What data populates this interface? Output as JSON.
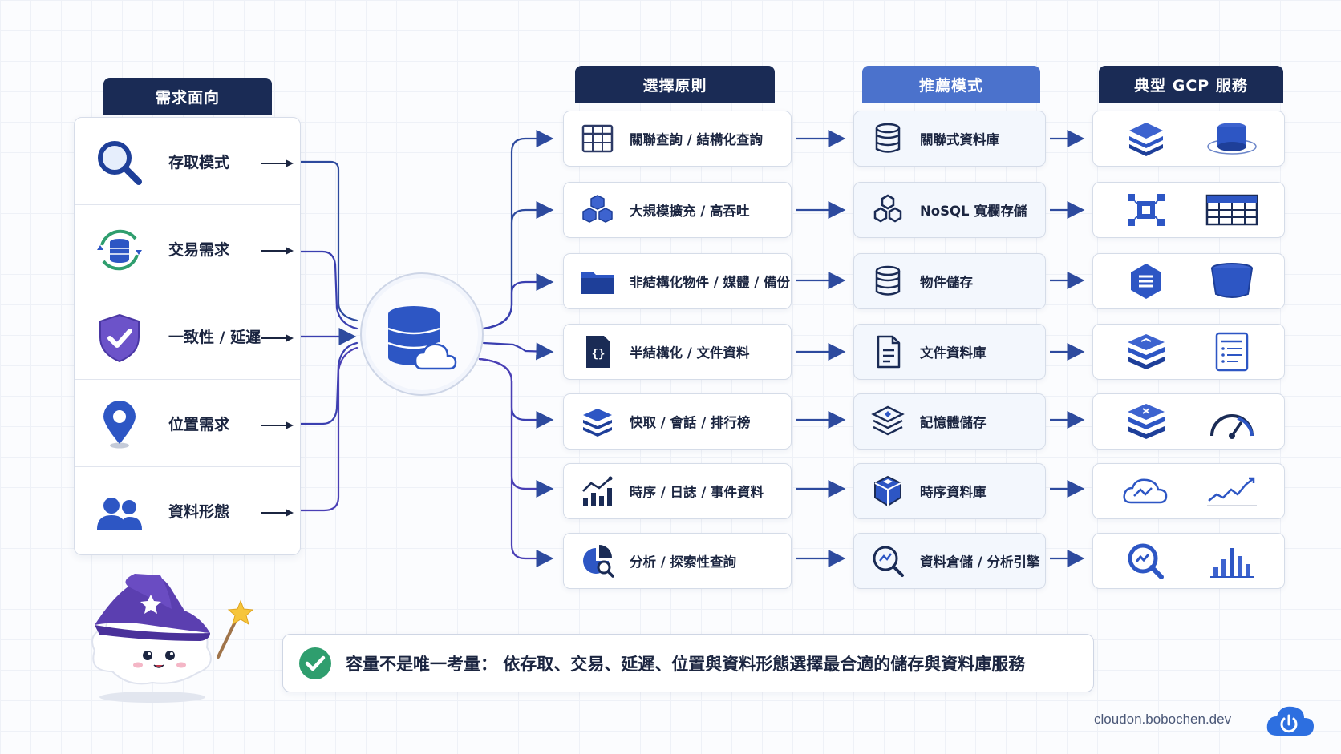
{
  "headers": {
    "needs": "需求面向",
    "principle": "選擇原則",
    "recommend": "推薦模式",
    "gcp": "典型 GCP 服務"
  },
  "needs": [
    {
      "label": "存取模式",
      "icon": "magnifier-icon"
    },
    {
      "label": "交易需求",
      "icon": "database-sync-icon"
    },
    {
      "label": "一致性 / 延遲",
      "icon": "shield-check-icon"
    },
    {
      "label": "位置需求",
      "icon": "location-pin-icon"
    },
    {
      "label": "資料形態",
      "icon": "users-icon"
    }
  ],
  "hub": {
    "icon": "database-cloud-icon"
  },
  "rows": [
    {
      "principle": "關聯查詢 / 結構化查詢",
      "principle_icon": "table-icon",
      "recommend": "關聯式資料庫",
      "recommend_icon": "database-icon",
      "gcp_icons": [
        "layers-icon",
        "cloud-sql-icon"
      ]
    },
    {
      "principle": "大規模擴充 / 高吞吐",
      "principle_icon": "cubes-icon",
      "recommend": "NoSQL 寬欄存儲",
      "recommend_icon": "hexagons-icon",
      "gcp_icons": [
        "bigtable-icon",
        "wide-table-icon"
      ]
    },
    {
      "principle": "非結構化物件 / 媒體 / 備份",
      "principle_icon": "folder-icon",
      "recommend": "物件儲存",
      "recommend_icon": "database-icon",
      "gcp_icons": [
        "hexagon-storage-icon",
        "bucket-icon"
      ]
    },
    {
      "principle": "半結構化 / 文件資料",
      "principle_icon": "json-file-icon",
      "recommend": "文件資料庫",
      "recommend_icon": "document-icon",
      "gcp_icons": [
        "firestore-icon",
        "document-list-icon"
      ]
    },
    {
      "principle": "快取 / 會話 / 排行榜",
      "principle_icon": "stack-icon",
      "recommend": "記憶體儲存",
      "recommend_icon": "memory-stack-icon",
      "gcp_icons": [
        "memorystore-icon",
        "gauge-icon"
      ]
    },
    {
      "principle": "時序 / 日誌 / 事件資料",
      "principle_icon": "trend-chart-icon",
      "recommend": "時序資料庫",
      "recommend_icon": "time-cube-icon",
      "gcp_icons": [
        "cloud-monitor-icon",
        "line-chart-icon"
      ]
    },
    {
      "principle": "分析 / 探索性查詢",
      "principle_icon": "pie-search-icon",
      "recommend": "資料倉儲 / 分析引擎",
      "recommend_icon": "analytics-search-icon",
      "gcp_icons": [
        "bigquery-icon",
        "bar-chart-icon"
      ]
    }
  ],
  "note": {
    "text": "容量不是唯一考量： 依存取、交易、延遲、位置與資料形態選擇最合適的儲存與資料庫服務",
    "icon": "check-circle-icon"
  },
  "footer": {
    "site": "cloudon.bobochen.dev",
    "icon": "power-cloud-icon"
  },
  "mascot": {
    "icon": "wizard-cloud-mascot-icon"
  },
  "colors": {
    "navy": "#1a2b55",
    "accent": "#4b72cc",
    "blue": "#2d56c4",
    "purple": "#5c44b5",
    "green": "#2f9e6e"
  }
}
